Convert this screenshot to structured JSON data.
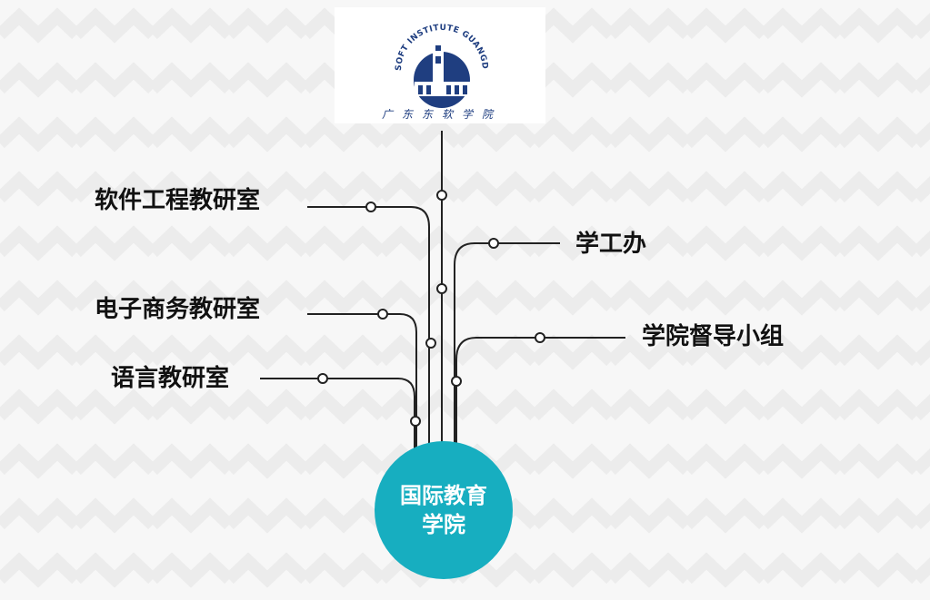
{
  "logo": {
    "arc_text": "NEUSOFT INSTITUTE GUANGDONG",
    "script_text": "广东东软学院",
    "color": "#1f3e80"
  },
  "center": {
    "line1": "国际教育",
    "line2": "学院",
    "color": "#17aec0"
  },
  "branches": [
    {
      "id": "software-engineering",
      "label": "软件工程教研室",
      "side": "left"
    },
    {
      "id": "e-commerce",
      "label": "电子商务教研室",
      "side": "left"
    },
    {
      "id": "language",
      "label": "语言教研室",
      "side": "left"
    },
    {
      "id": "student-affairs",
      "label": "学工办",
      "side": "right"
    },
    {
      "id": "supervision-group",
      "label": "学院督导小组",
      "side": "right"
    }
  ],
  "colors": {
    "line": "#222222",
    "text": "#111111",
    "background": "#f7f7f7"
  }
}
